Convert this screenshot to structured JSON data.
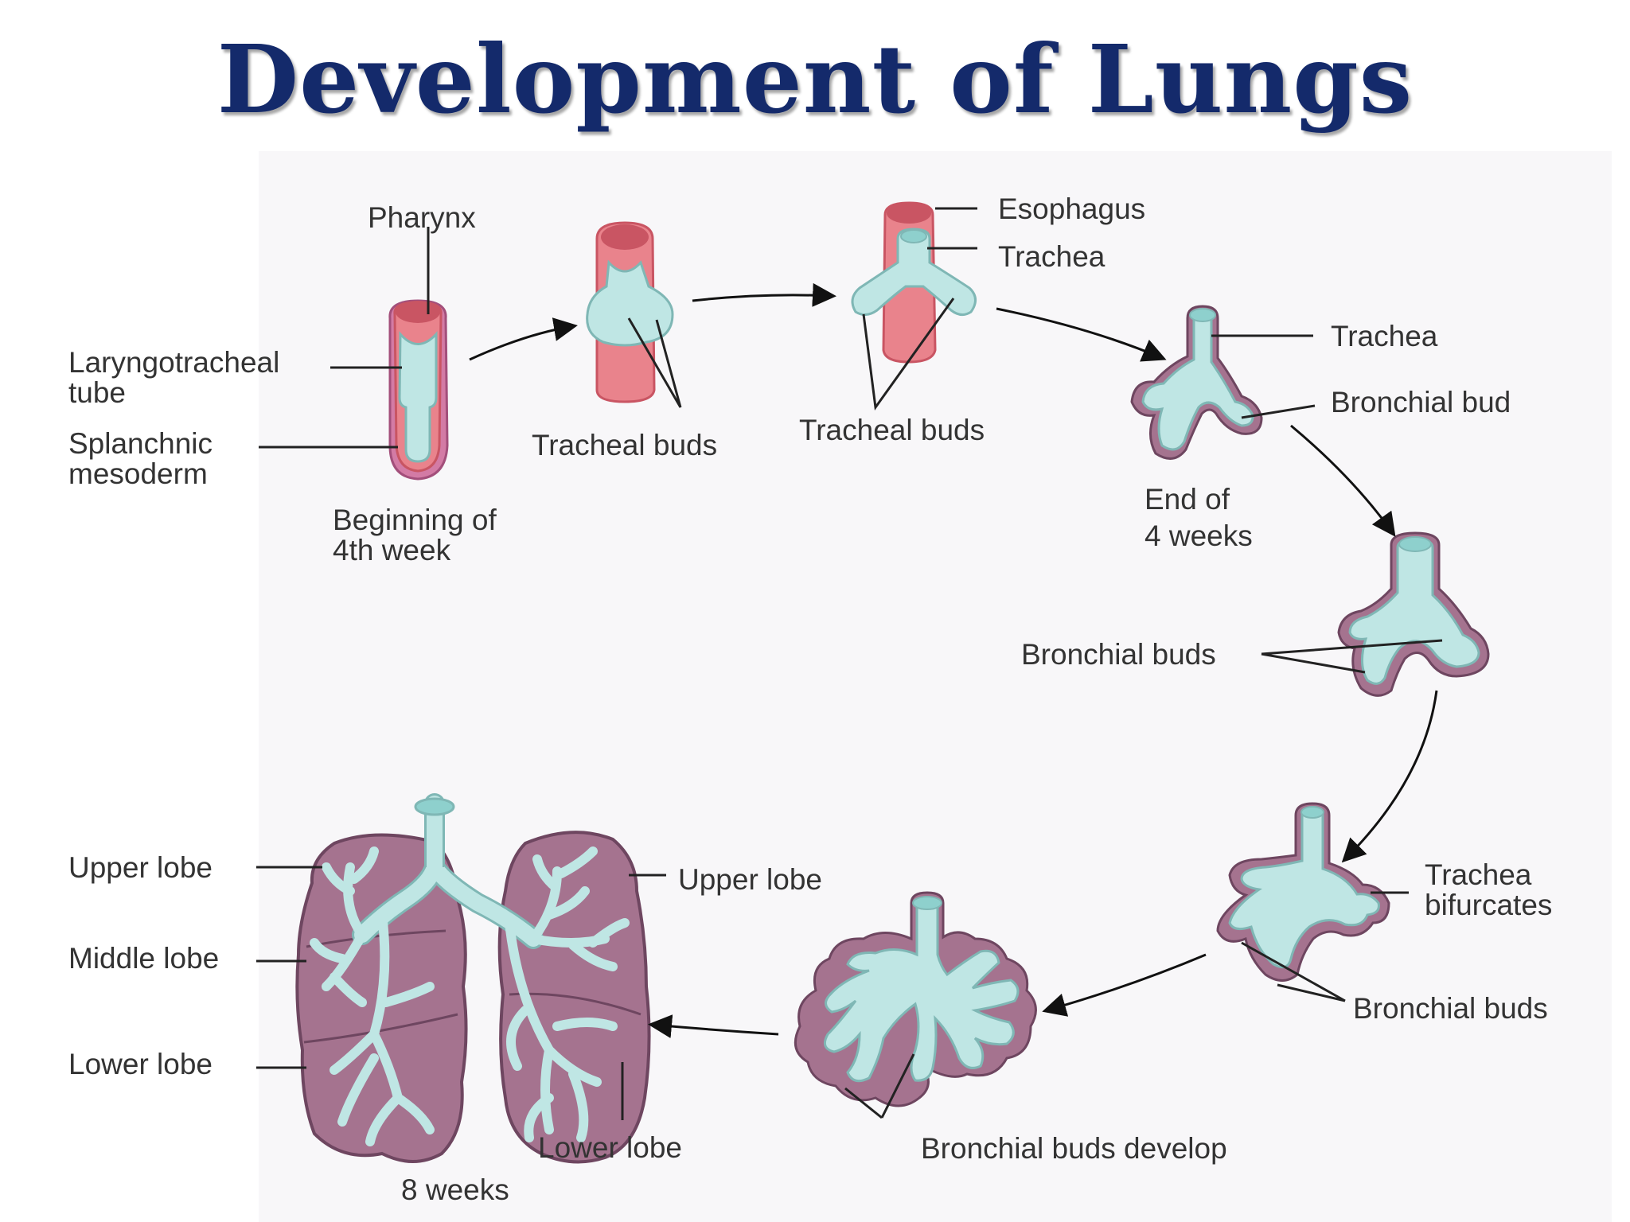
{
  "title": "Development of Lungs",
  "labels": {
    "pharynx": "Pharynx",
    "laryngotracheal_1": "Laryngotracheal",
    "laryngotracheal_2": "tube",
    "splanchnic_1": "Splanchnic",
    "splanchnic_2": "mesoderm",
    "beginning_1": "Beginning of",
    "beginning_2": "4th week",
    "tracheal_buds_a": "Tracheal buds",
    "esophagus": "Esophagus",
    "trachea_a": "Trachea",
    "tracheal_buds_b": "Tracheal buds",
    "trachea_b": "Trachea",
    "bronchial_bud": "Bronchial bud",
    "end_of_1": "End of",
    "end_of_2": "4 weeks",
    "bronchial_buds_a": "Bronchial buds",
    "trachea_bifurcates_1": "Trachea",
    "trachea_bifurcates_2": "bifurcates",
    "bronchial_buds_b": "Bronchial buds",
    "bronchial_buds_develop": "Bronchial buds develop",
    "upper_lobe_left": "Upper lobe",
    "middle_lobe": "Middle lobe",
    "lower_lobe_left": "Lower lobe",
    "upper_lobe_right": "Upper lobe",
    "lower_lobe_right": "Lower lobe",
    "eight_weeks": "8 weeks"
  },
  "colors": {
    "title": "#142a6b",
    "endoderm": "#bfe6e4",
    "endoderm_stroke": "#7fb7b5",
    "mesoderm": "#a5738f",
    "mesoderm_stroke": "#6e4660",
    "esophagus": "#e9838c",
    "esophagus_dark": "#c95563",
    "line": "#222222"
  }
}
